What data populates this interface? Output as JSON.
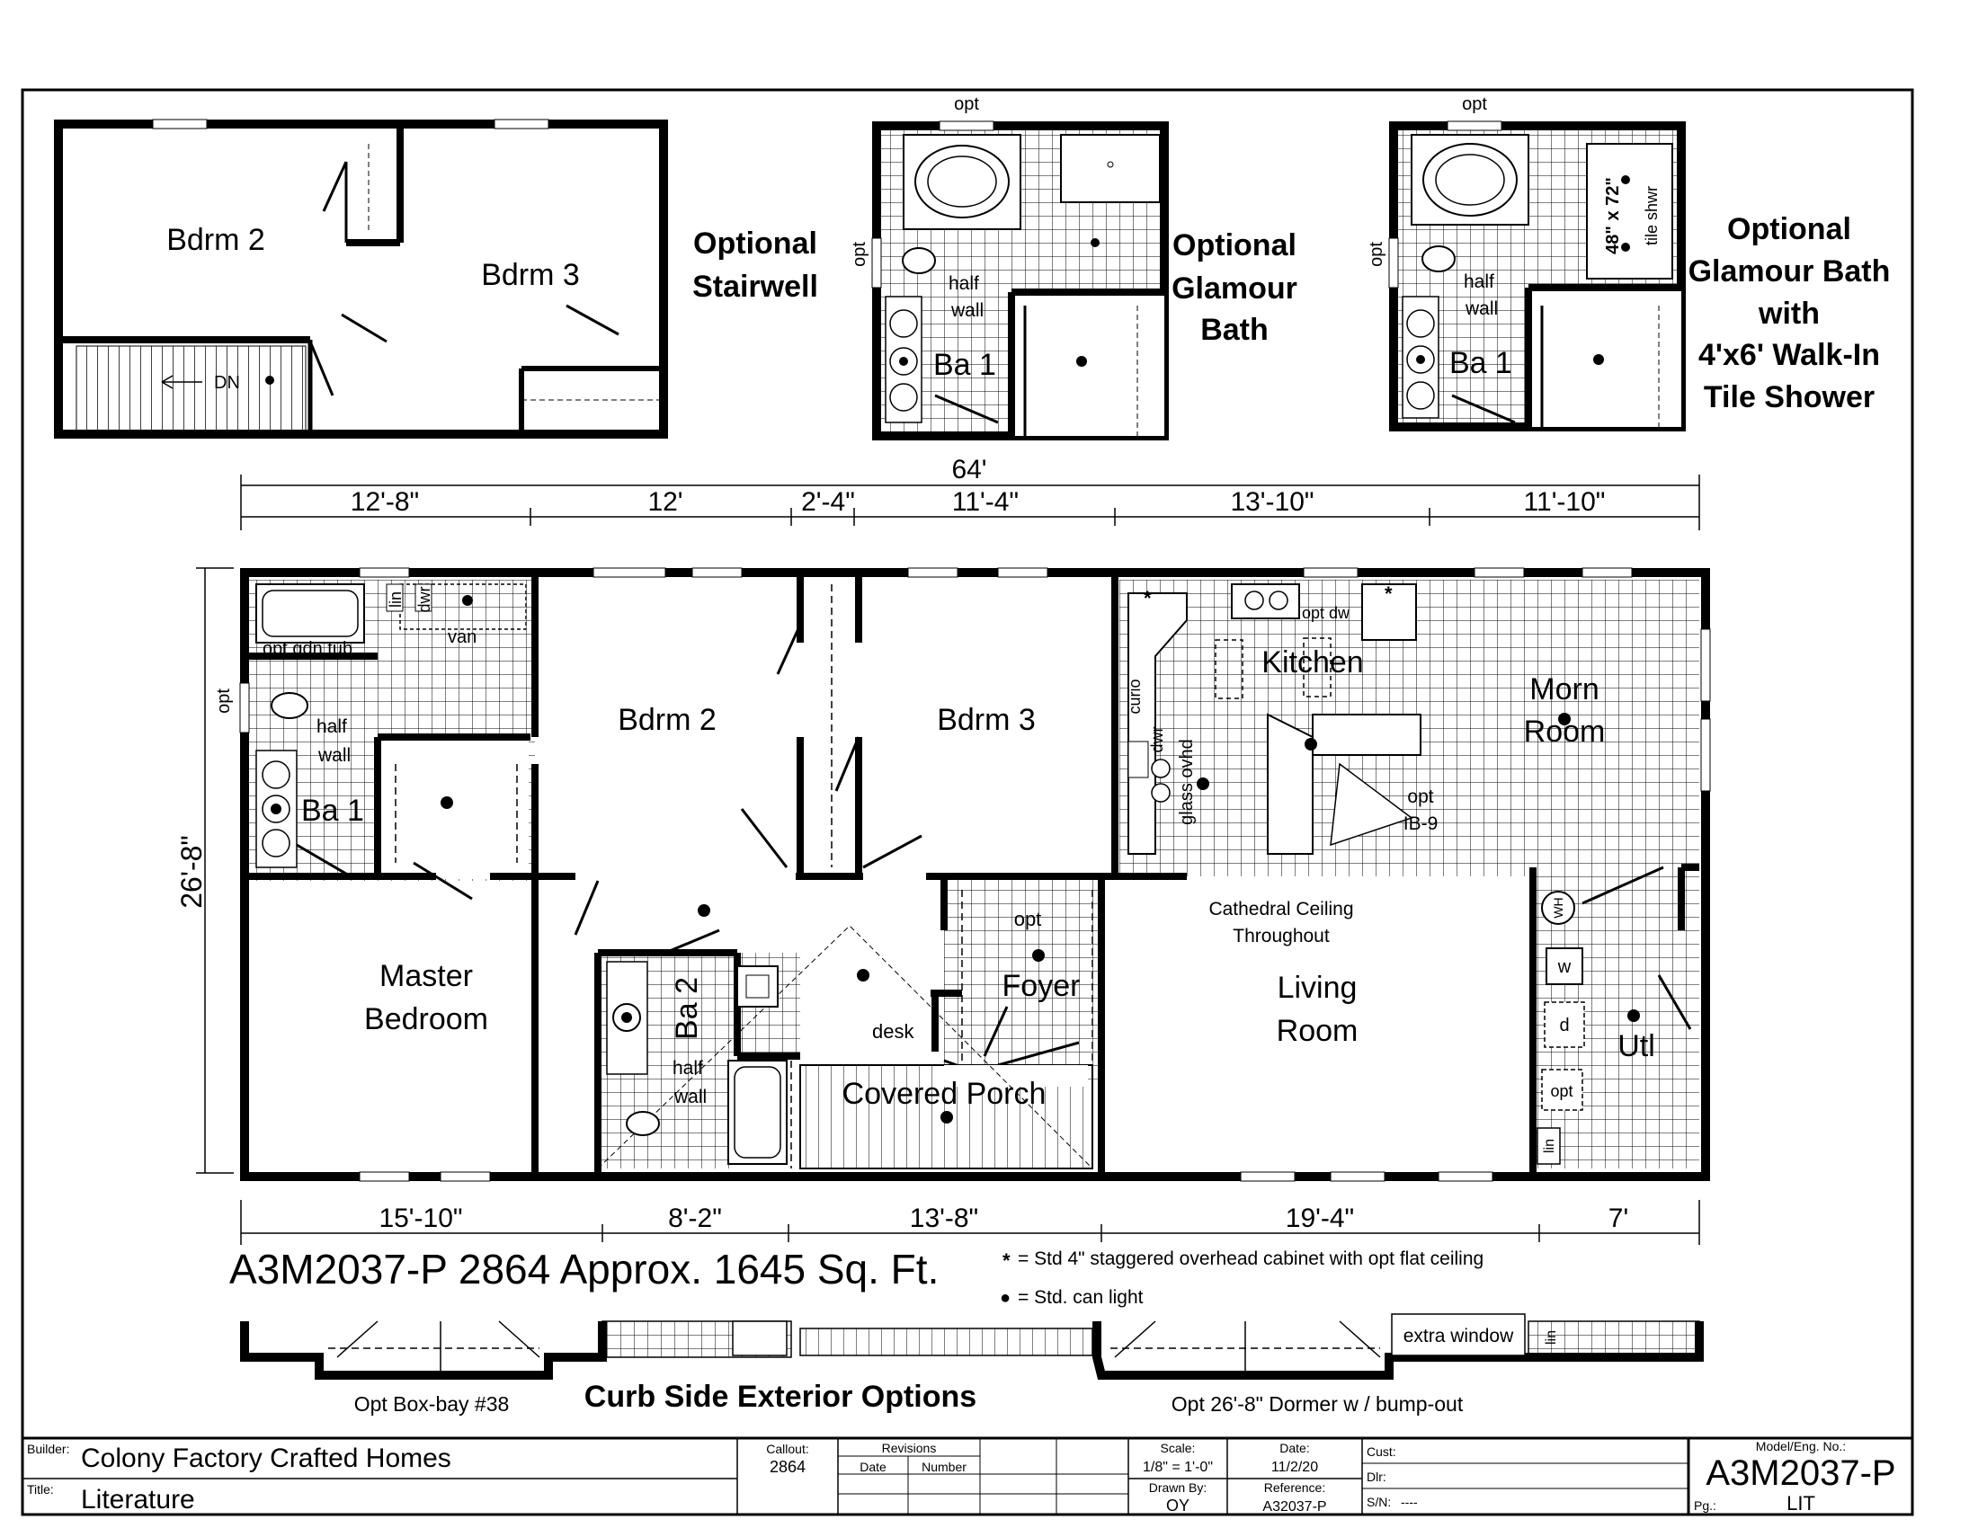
{
  "option_stairwell": {
    "title": [
      "Optional",
      "Stairwell"
    ],
    "rooms": {
      "bdrm2": "Bdrm 2",
      "bdrm3": "Bdrm 3"
    },
    "stair_label": "DN"
  },
  "option_glamour": {
    "title": [
      "Optional",
      "Glamour",
      "Bath"
    ],
    "opt_top": "opt",
    "opt_side": "opt",
    "half_wall": [
      "half",
      "wall"
    ],
    "bath": "Ba 1"
  },
  "option_walkin": {
    "title": [
      "Optional",
      "Glamour Bath",
      "with",
      "4'x6' Walk-In",
      "Tile Shower"
    ],
    "opt_top": "opt",
    "opt_side": "opt",
    "shower": [
      "48\" x 72\"",
      "tile shwr"
    ],
    "half_wall": [
      "half",
      "wall"
    ],
    "bath": "Ba 1"
  },
  "dimensions": {
    "overall": "64'",
    "top": [
      "12'-8\"",
      "12'",
      "2'-4\"",
      "11'-4\"",
      "13'-10\"",
      "11'-10\""
    ],
    "bottom": [
      "15'-10\"",
      "8'-2\"",
      "13'-8\"",
      "19'-4\"",
      "7'"
    ],
    "depth": "26'-8\""
  },
  "rooms": {
    "opt_gdn_tub": "opt gdn tub",
    "lin": "lin",
    "dwr": "dwr",
    "van": "van",
    "opt_master": "opt",
    "half_wall_1": [
      "half",
      "wall"
    ],
    "ba1": "Ba 1",
    "bdrm2": "Bdrm 2",
    "bdrm3": "Bdrm 3",
    "master": [
      "Master",
      "Bedroom"
    ],
    "ba2": "Ba 2",
    "half_wall_2": [
      "half",
      "wall"
    ],
    "desk": "desk",
    "covered_porch": "Covered Porch",
    "foyer": "Foyer",
    "foyer_opt": "opt",
    "kitchen": "Kitchen",
    "opt_dw": "opt dw",
    "curio": "curio",
    "k_dwr": "dwr",
    "glass_ovhd": "glass ovhd",
    "island_opt": [
      "opt",
      "IB-9"
    ],
    "morn_room": [
      "Morn",
      "Room"
    ],
    "cathedral": [
      "Cathedral Ceiling",
      "Throughout"
    ],
    "living": [
      "Living",
      "Room"
    ],
    "wh": "WH",
    "w": "w",
    "d": "d",
    "utl": "Utl",
    "utl_opt": "opt",
    "utl_lin": "lin"
  },
  "model_title": "A3M2037-P 2864 Approx. 1645 Sq. Ft.",
  "legend": [
    {
      "symbol": "*",
      "text": "= Std 4\" staggered overhead cabinet with opt flat ceiling"
    },
    {
      "symbol": "●",
      "text": "= Std. can light"
    }
  ],
  "exterior": {
    "title": "Curb Side Exterior Options",
    "box_bay": "Opt Box-bay #38",
    "dormer": "Opt 26'-8\" Dormer w / bump-out",
    "extra_window": "extra window",
    "lin": "lin"
  },
  "title_block": {
    "builder_label": "Builder:",
    "builder": "Colony Factory Crafted Homes",
    "title_label": "Title:",
    "title": "Literature",
    "callout_label": "Callout:",
    "callout": "2864",
    "revisions_label": "Revisions",
    "rev_date": "Date",
    "rev_number": "Number",
    "scale_label": "Scale:",
    "scale": "1/8\" = 1'-0\"",
    "date_label": "Date:",
    "date": "11/2/20",
    "drawn_label": "Drawn By:",
    "drawn": "OY",
    "ref_label": "Reference:",
    "ref": "A32037-P",
    "cust_label": "Cust:",
    "dlr_label": "Dlr:",
    "sn_label": "S/N:",
    "sn": "----",
    "model_label": "Model/Eng. No.:",
    "model": "A3M2037-P",
    "pg_label": "Pg.:",
    "pg": "LIT"
  }
}
